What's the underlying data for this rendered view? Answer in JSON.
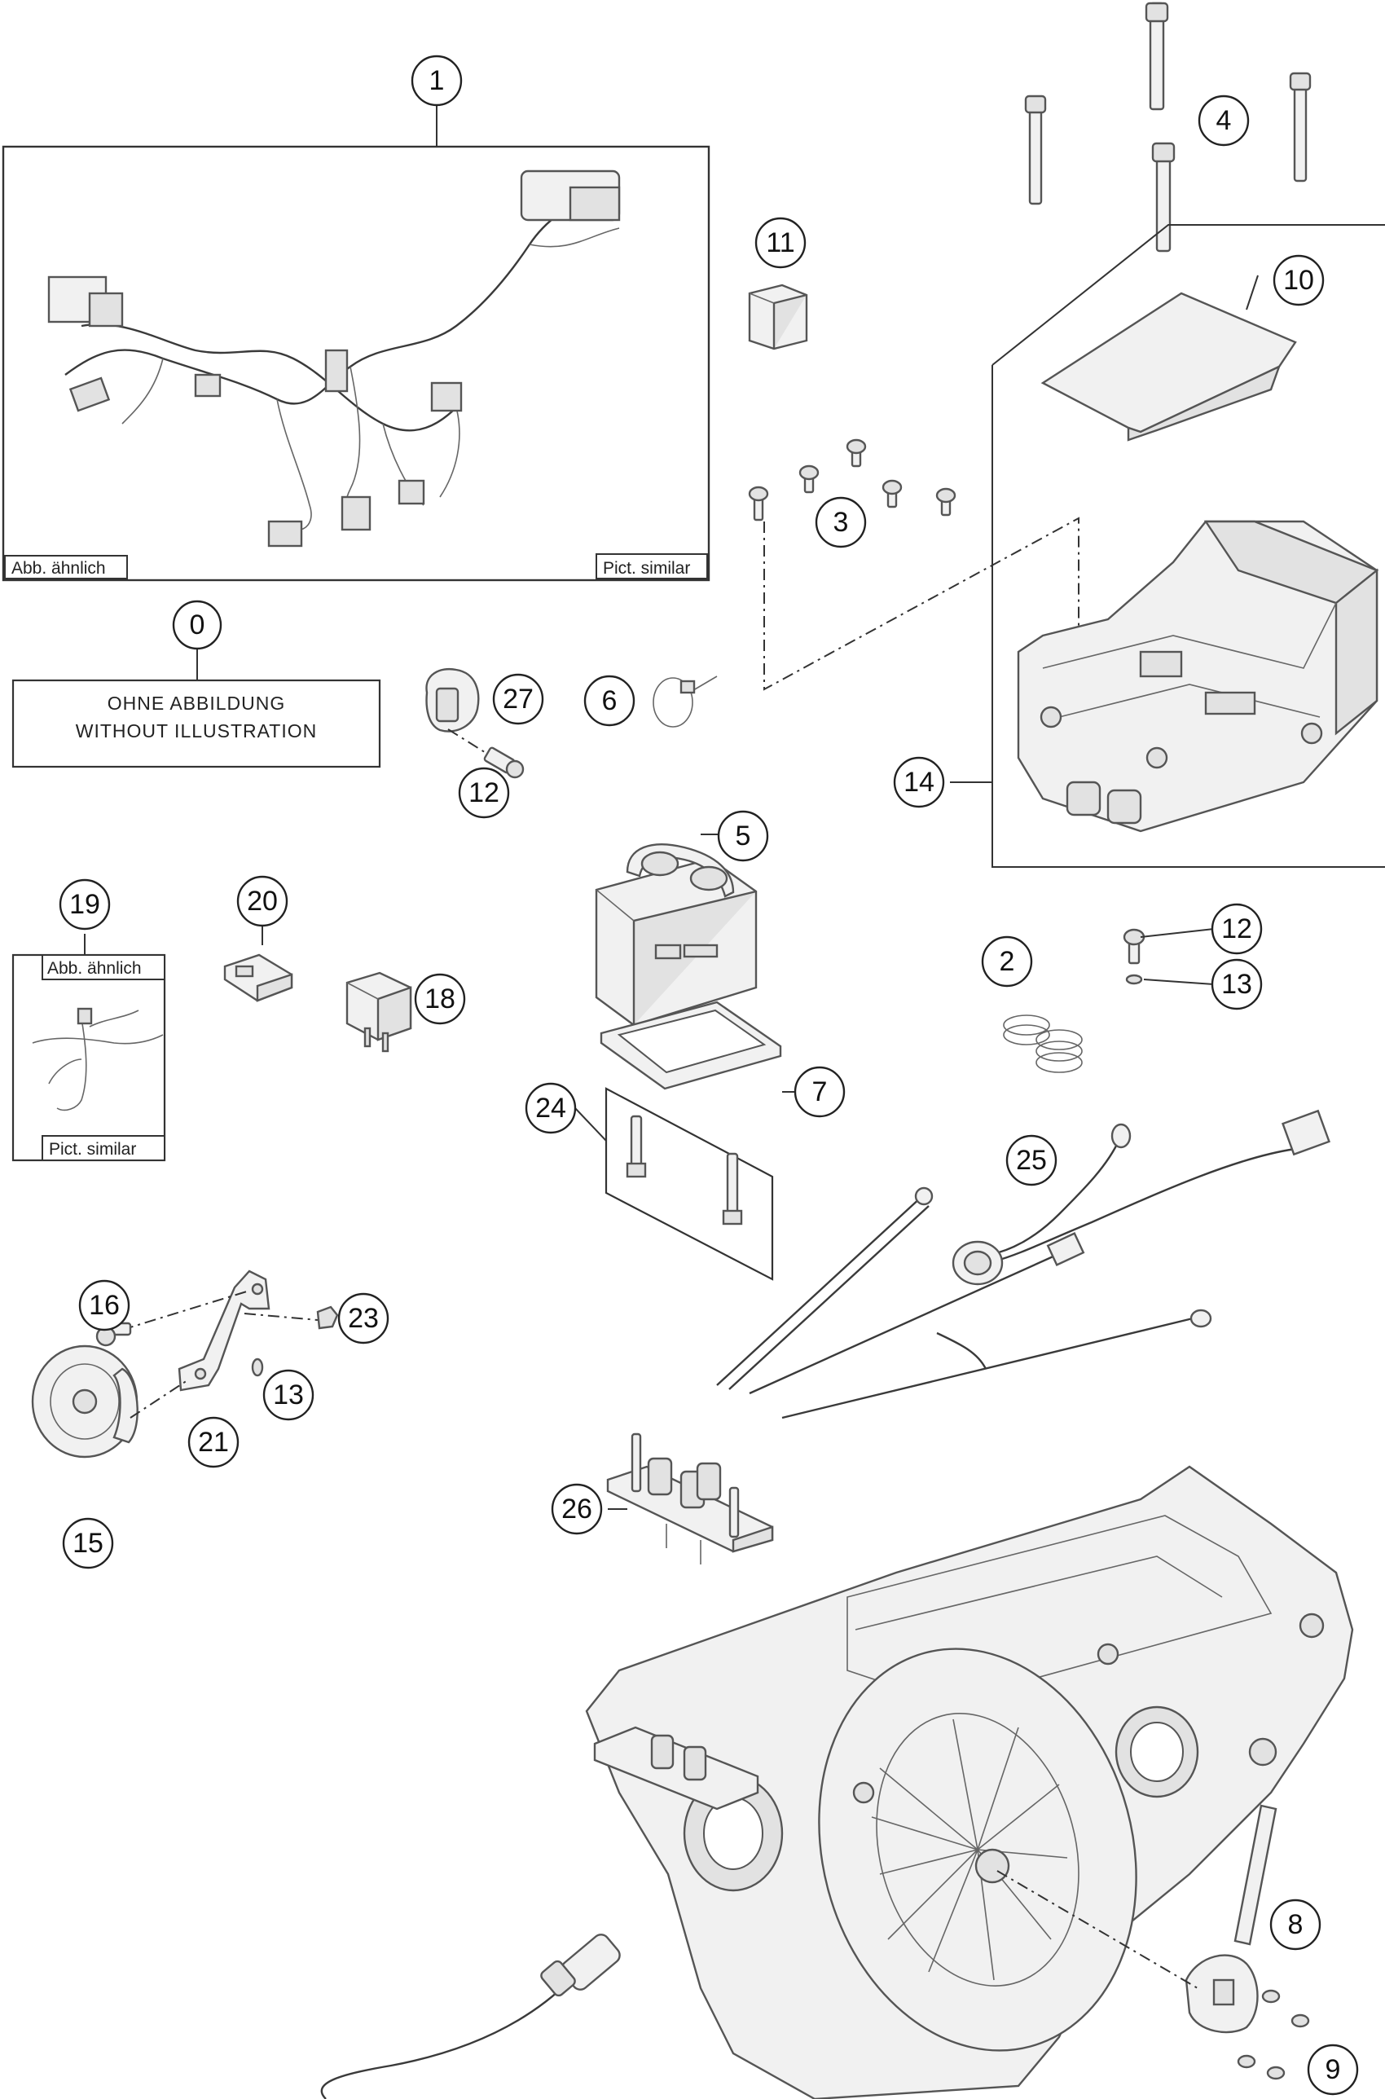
{
  "callouts": {
    "c0": "0",
    "c1": "1",
    "c2": "2",
    "c3": "3",
    "c4": "4",
    "c5": "5",
    "c6": "6",
    "c7": "7",
    "c8": "8",
    "c9": "9",
    "c10": "10",
    "c11": "11",
    "c12a": "12",
    "c12b": "12",
    "c13a": "13",
    "c13b": "13",
    "c14": "14",
    "c15": "15",
    "c16": "16",
    "c18": "18",
    "c19": "19",
    "c20": "20",
    "c21": "21",
    "c23": "23",
    "c24": "24",
    "c25": "25",
    "c26": "26",
    "c27": "27"
  },
  "labels": {
    "harness_left": "Abb. ähnlich",
    "harness_right": "Pict. similar",
    "small_top": "Abb. ähnlich",
    "small_bottom": "Pict. similar",
    "no_illustration_de": "OHNE ABBILDUNG",
    "no_illustration_en": "WITHOUT ILLUSTRATION"
  }
}
